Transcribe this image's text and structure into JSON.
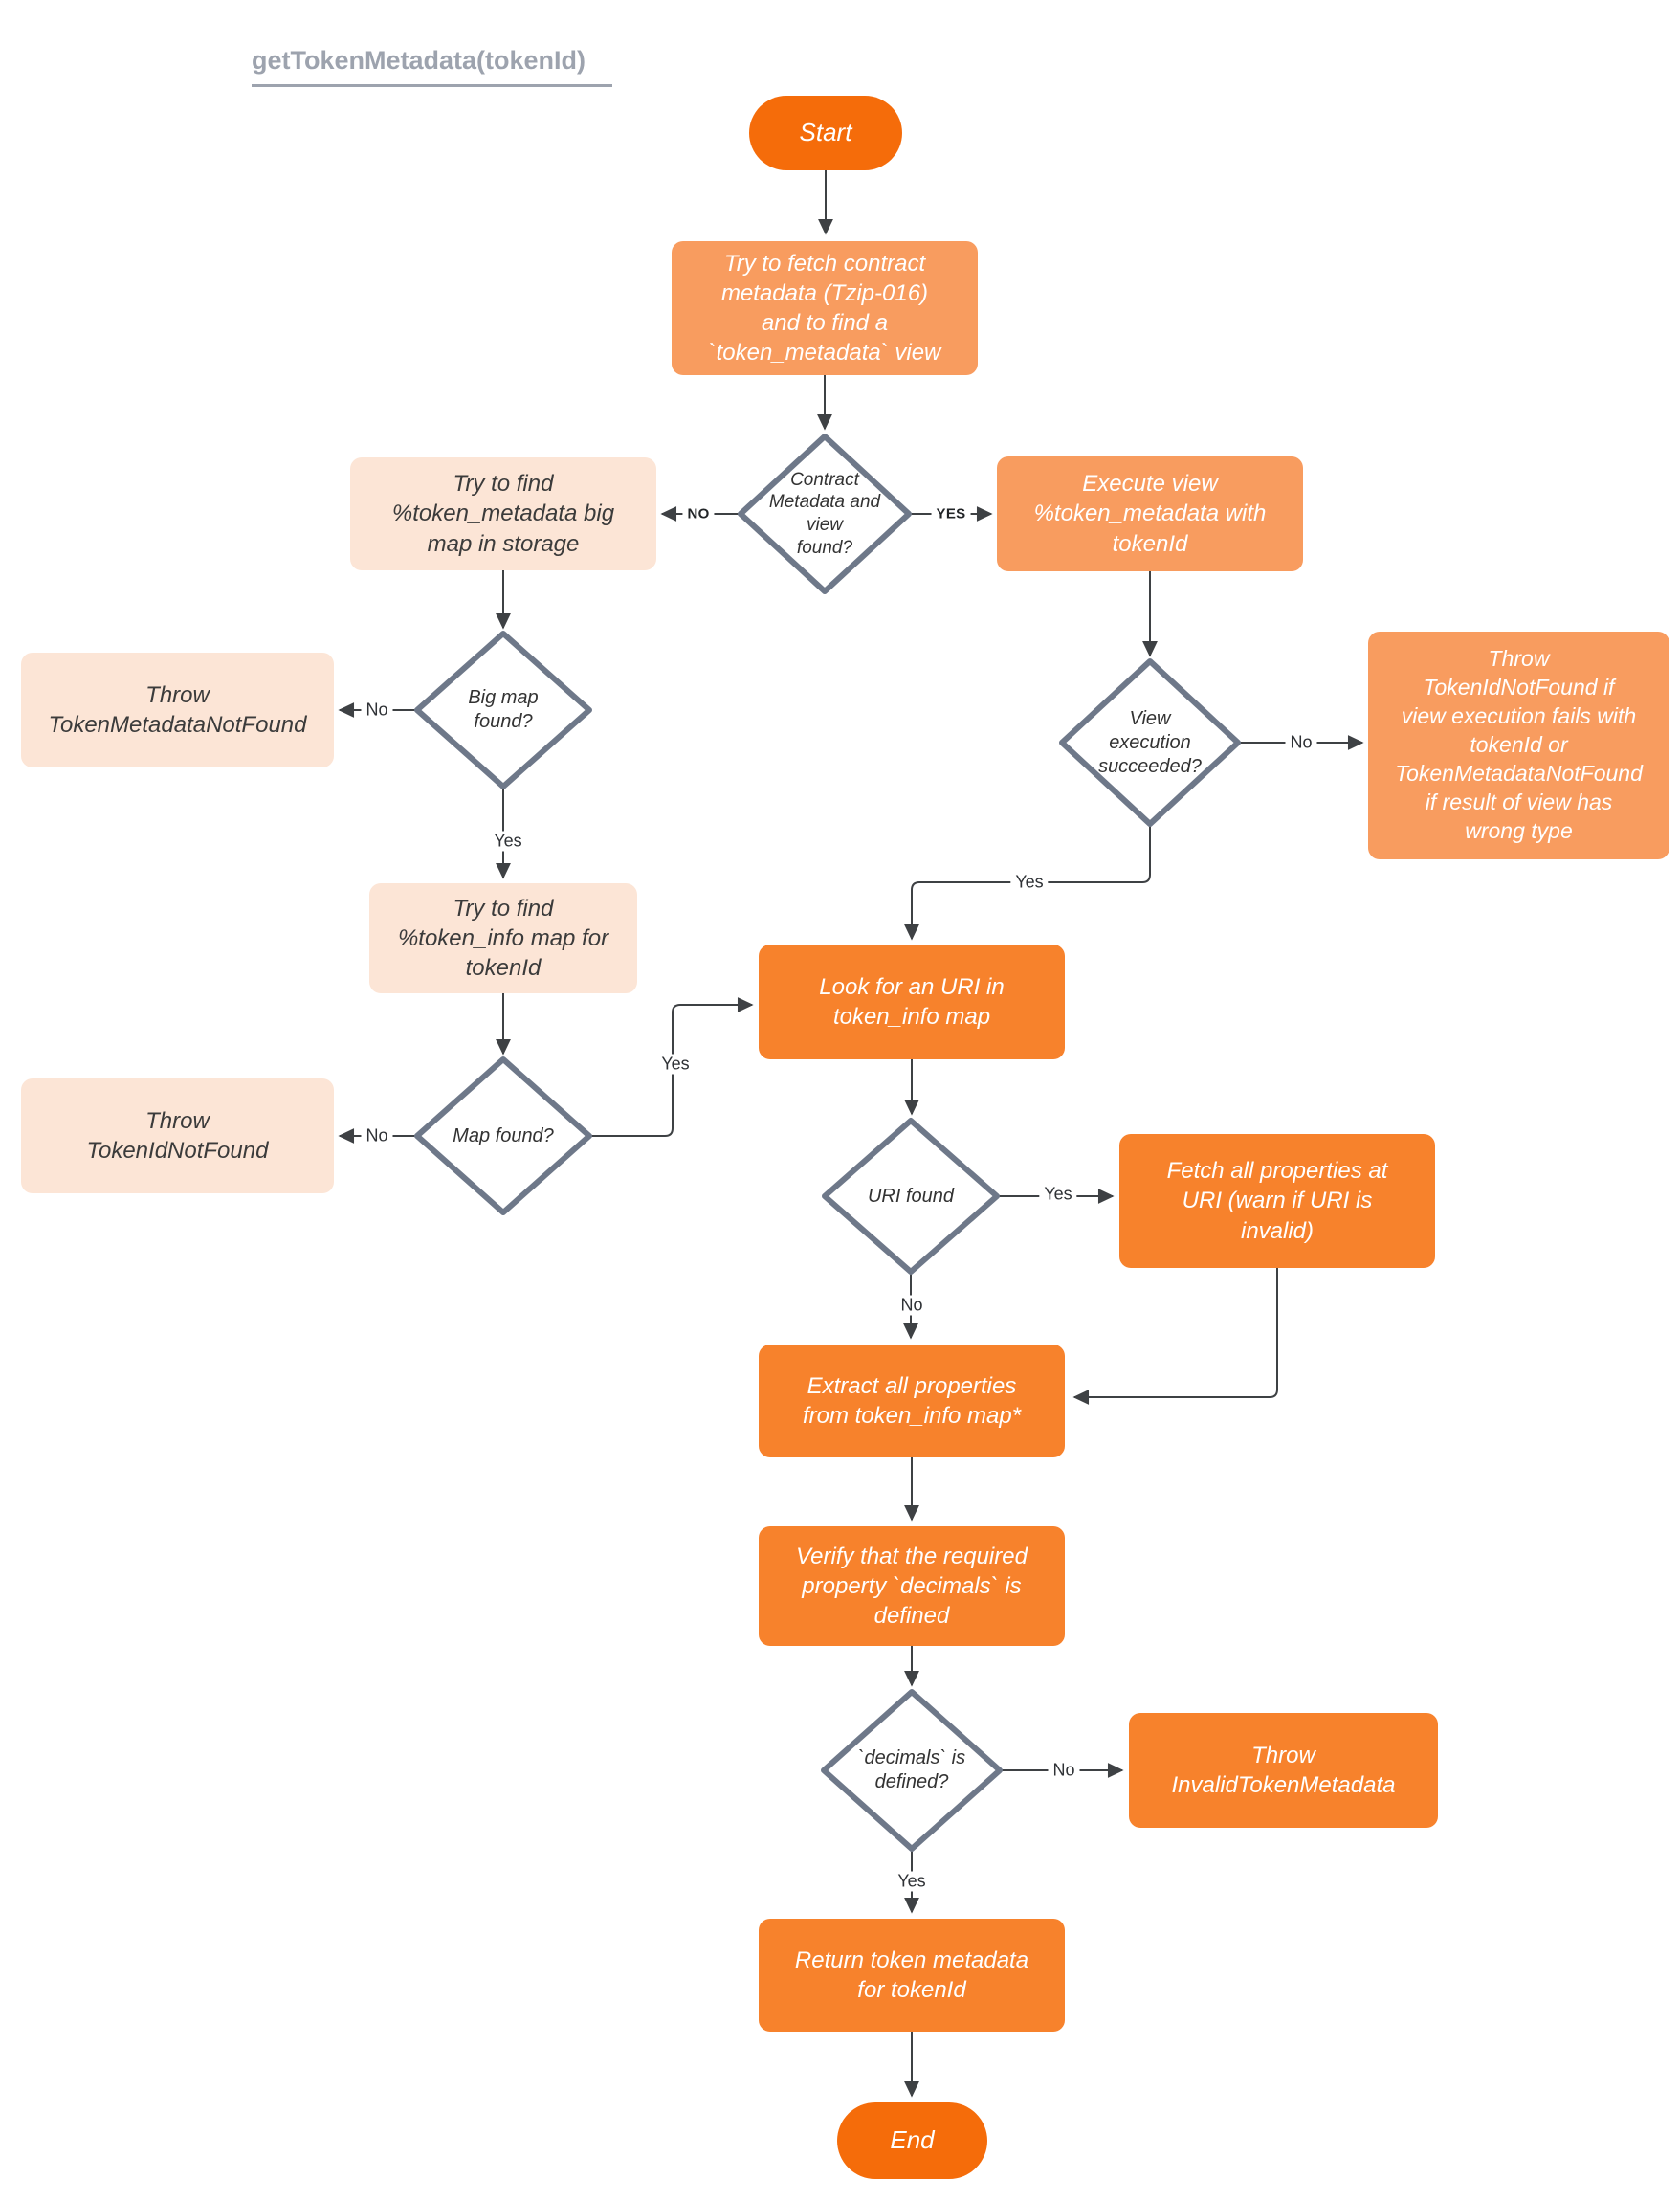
{
  "title": "getTokenMetadata(tokenId)",
  "colors": {
    "pill_orange": "#f56c0a",
    "box_light_orange": "#f89c5f",
    "box_strong_orange": "#f7822c",
    "box_peach": "#fce5d6",
    "diamond_border": "#6e7889",
    "connector": "#3e4144",
    "title_gray": "#9da3ae"
  },
  "nodes": {
    "start": {
      "label": "Start"
    },
    "fetch_contract": {
      "label": "Try to fetch contract\nmetadata (Tzip-016)\nand to find a\n`token_metadata` view"
    },
    "d_contract": {
      "label": "Contract\nMetadata and\nview\nfound?"
    },
    "find_bigmap": {
      "label": "Try to find\n%token_metadata big\nmap in storage"
    },
    "execute_view": {
      "label": "Execute view\n%token_metadata with\ntokenId"
    },
    "throw_metadata_notfound": {
      "label": "Throw\nTokenMetadataNotFound"
    },
    "d_bigmap": {
      "label": "Big map\nfound?"
    },
    "d_view": {
      "label": "View\nexecution\nsucceeded?"
    },
    "throw_view_fail": {
      "label": "Throw\nTokenIdNotFound if\nview execution fails with\ntokenId or\nTokenMetadataNotFound\nif result of view has\nwrong type"
    },
    "find_tokeninfo": {
      "label": "Try to find\n%token_info map for\ntokenId"
    },
    "d_map": {
      "label": "Map found?"
    },
    "throw_tokenid": {
      "label": "Throw\nTokenIdNotFound"
    },
    "look_uri": {
      "label": "Look for an URI in\ntoken_info map"
    },
    "d_uri": {
      "label": "URI found"
    },
    "fetch_uri": {
      "label": "Fetch all properties at\nURI (warn if URI is\ninvalid)"
    },
    "extract_props": {
      "label": "Extract all properties\nfrom token_info map*"
    },
    "verify_decimals": {
      "label": "Verify that the required\nproperty `decimals` is\ndefined"
    },
    "d_decimals": {
      "label": "`decimals` is\ndefined?"
    },
    "throw_invalid": {
      "label": "Throw\nInvalidTokenMetadata"
    },
    "return_metadata": {
      "label": "Return token metadata\nfor tokenId"
    },
    "end": {
      "label": "End"
    }
  },
  "edge_labels": {
    "contract_no": "NO",
    "contract_yes": "YES",
    "bigmap_no": "No",
    "bigmap_yes": "Yes",
    "view_no": "No",
    "view_yes": "Yes",
    "map_no": "No",
    "map_yes": "Yes",
    "uri_yes": "Yes",
    "uri_no": "No",
    "decimals_no": "No",
    "decimals_yes": "Yes"
  }
}
